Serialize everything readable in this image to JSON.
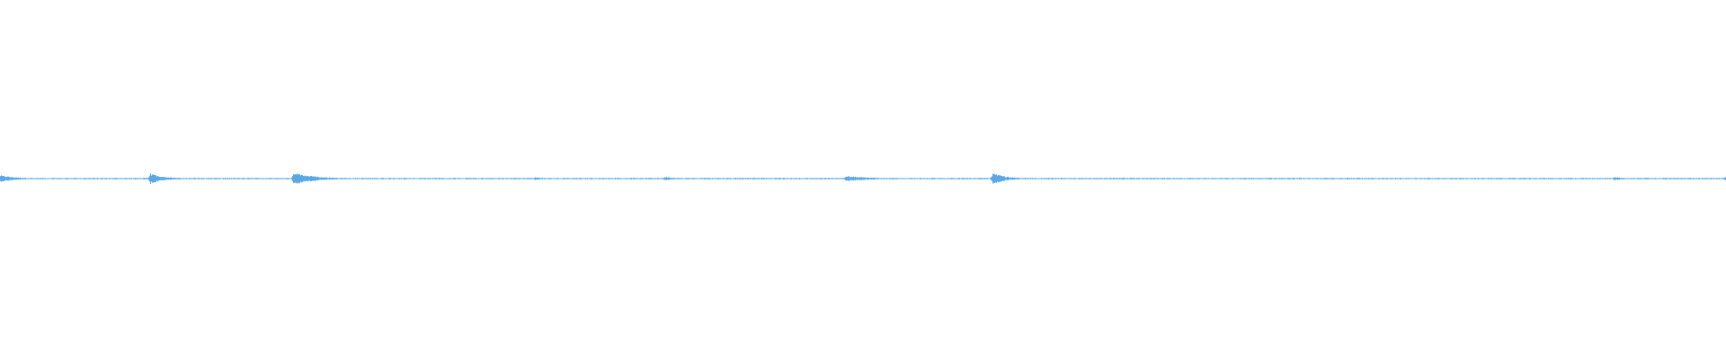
{
  "waveform": {
    "color": "#5aa9e6",
    "background": "#ffffff",
    "duration_fraction_markers": [
      0.0,
      0.087,
      0.17,
      0.49,
      0.575,
      1.0
    ],
    "bursts": [
      {
        "position": 0.0,
        "amplitude": 0.55,
        "decay": 0.01
      },
      {
        "position": 0.087,
        "amplitude": 0.85,
        "decay": 0.008
      },
      {
        "position": 0.17,
        "amplitude": 1.0,
        "decay": 0.012
      },
      {
        "position": 0.31,
        "amplitude": 0.25,
        "decay": 0.006
      },
      {
        "position": 0.385,
        "amplitude": 0.3,
        "decay": 0.006
      },
      {
        "position": 0.49,
        "amplitude": 0.45,
        "decay": 0.014
      },
      {
        "position": 0.575,
        "amplitude": 0.9,
        "decay": 0.008
      },
      {
        "position": 0.935,
        "amplitude": 0.3,
        "decay": 0.006
      },
      {
        "position": 1.0,
        "amplitude": 0.6,
        "decay": 0.004
      }
    ],
    "noise_floor": 0.12
  }
}
